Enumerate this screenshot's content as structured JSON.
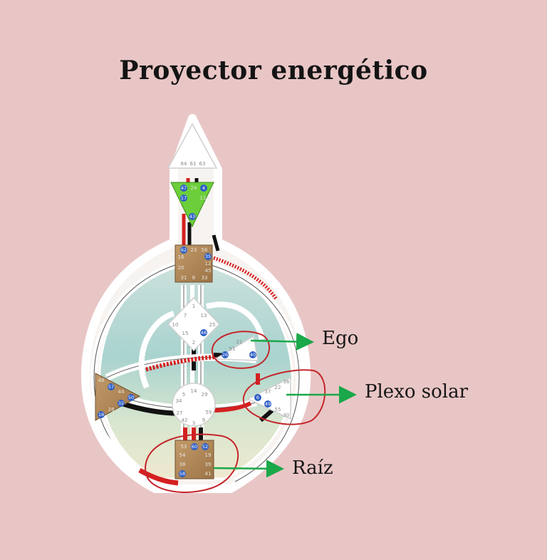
{
  "title": "Proyector energético",
  "annotations": {
    "ego": "Ego",
    "plexo": "Plexo solar",
    "raiz": "Raíz"
  },
  "colors": {
    "background": "#e9c6c6",
    "defined_center": "#b0875a",
    "ajna": "#6ccf3a",
    "channel_red": "#d42020",
    "channel_black": "#111111",
    "gate_active": "#2f5fc4",
    "arrow": "#1aa84a",
    "circle_marker": "#c4262b"
  },
  "centers": {
    "head": {
      "gates": [
        "64",
        "61",
        "63"
      ]
    },
    "ajna": {
      "gates": [
        "47",
        "24",
        "4",
        "17",
        "11",
        "43"
      ]
    },
    "throat": {
      "gates": [
        "62",
        "23",
        "56",
        "16",
        "35",
        "12",
        "20",
        "45",
        "31",
        "8",
        "33"
      ]
    },
    "g": {
      "gates": [
        "1",
        "7",
        "13",
        "10",
        "25",
        "15",
        "46",
        "2"
      ]
    },
    "ego": {
      "gates": [
        "21",
        "51",
        "26",
        "40"
      ]
    },
    "spleen": {
      "gates": [
        "48",
        "57",
        "44",
        "50",
        "32",
        "28",
        "18"
      ]
    },
    "sacral": {
      "gates": [
        "5",
        "14",
        "29",
        "34",
        "27",
        "59",
        "42",
        "3",
        "9"
      ]
    },
    "solar_plexus": {
      "gates": [
        "36",
        "22",
        "37",
        "6",
        "49",
        "55",
        "30"
      ]
    },
    "root": {
      "gates": [
        "53",
        "60",
        "52",
        "54",
        "19",
        "38",
        "39",
        "58",
        "41"
      ]
    }
  }
}
